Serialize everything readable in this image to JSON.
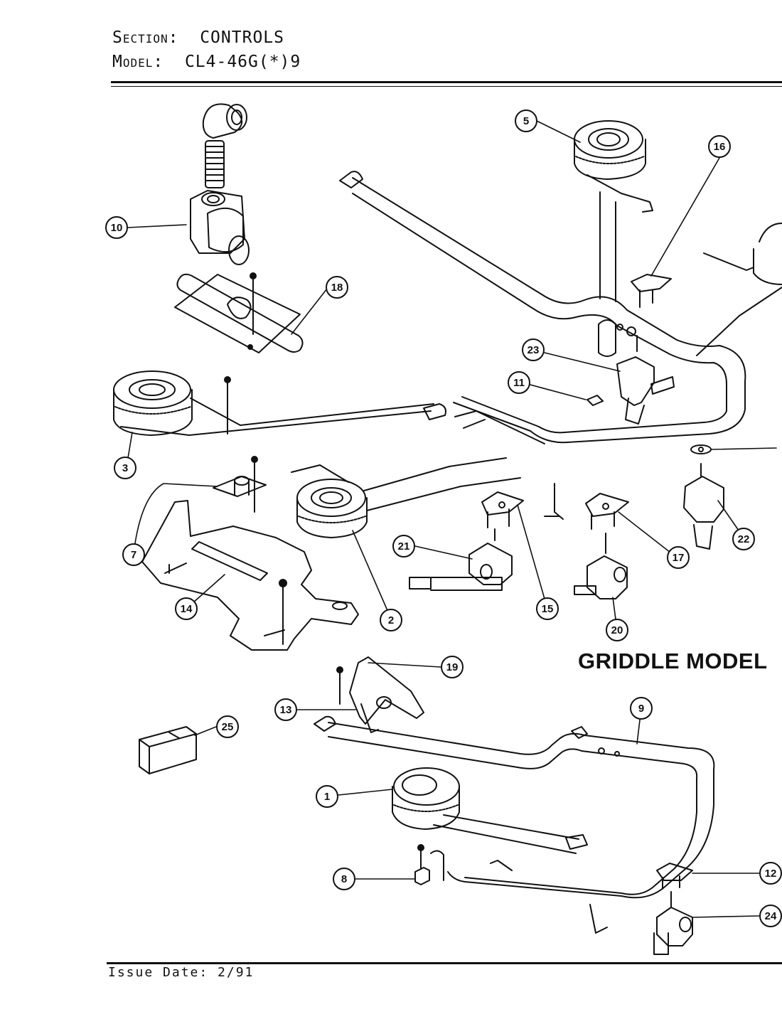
{
  "header": {
    "section_label": "Section:",
    "section_value": "CONTROLS",
    "model_label": "Model:",
    "model_value": "CL4-46G(*)9"
  },
  "griddle_title": "GRIDDLE MODEL",
  "footer": {
    "issue_date": "Issue Date: 2/91"
  },
  "callouts": [
    "1",
    "2",
    "3",
    "5",
    "7",
    "8",
    "9",
    "10",
    "11",
    "12",
    "13",
    "14",
    "15",
    "16",
    "17",
    "18",
    "19",
    "20",
    "21",
    "22",
    "23",
    "24",
    "25"
  ]
}
